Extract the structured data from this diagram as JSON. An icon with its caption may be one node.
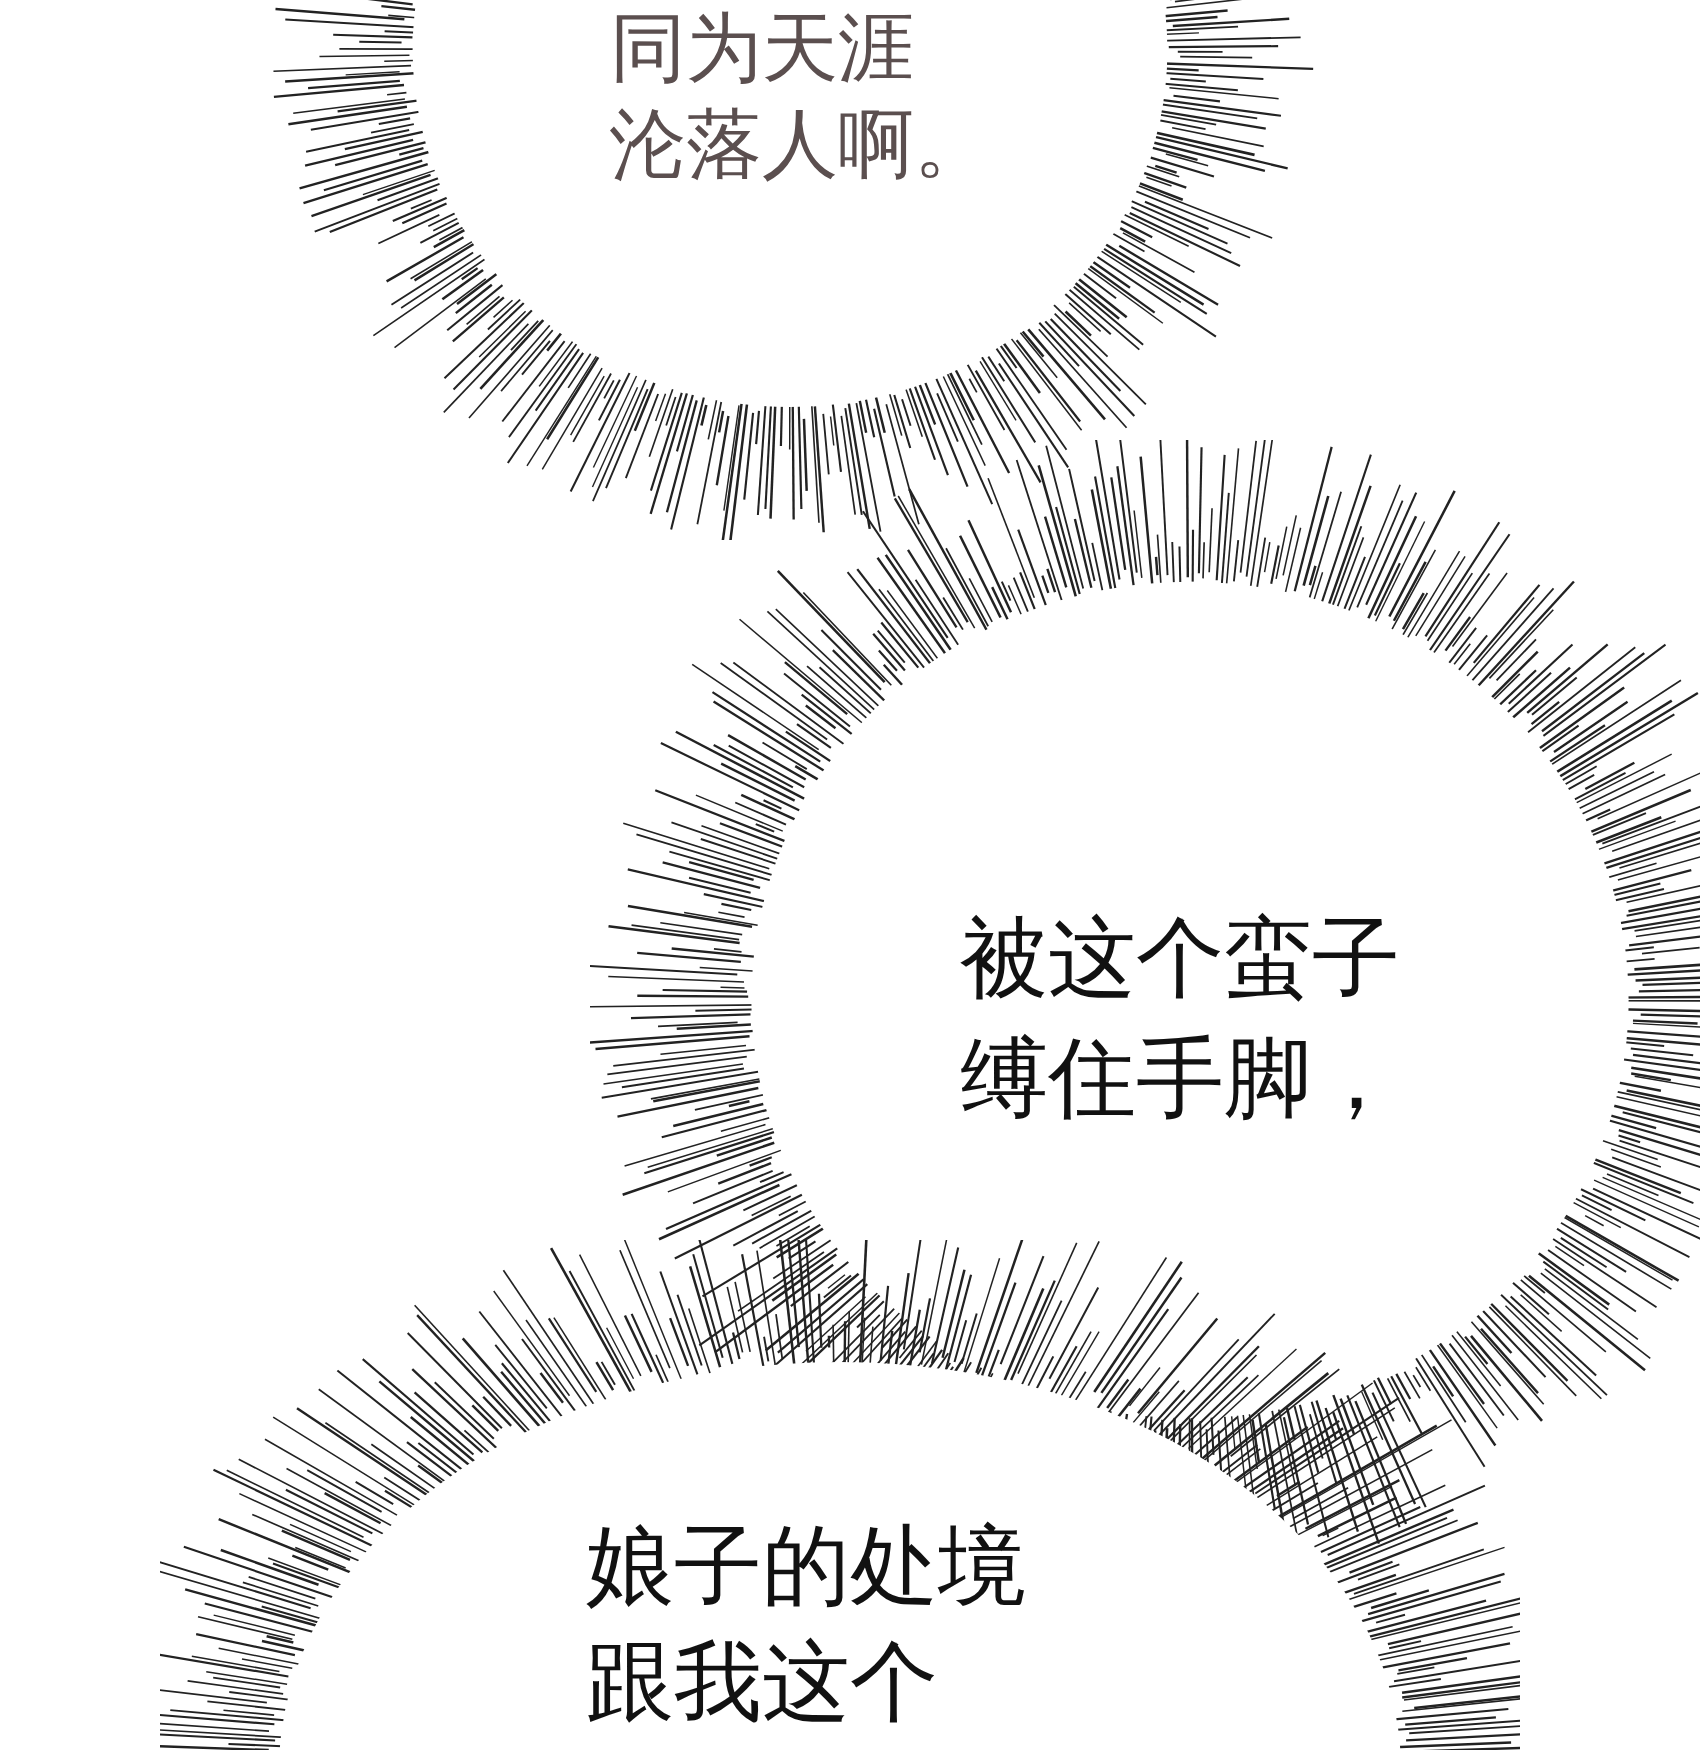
{
  "diagram": {
    "nodes": [
      {
        "text": [
          "同为天涯沦落人啊。"
        ]
      },
      {
        "text": [
          "被这个蛮子缚住手脚，"
        ]
      },
      {
        "text": [
          "娘子的处境跟我这个"
        ]
      }
    ]
  }
}
